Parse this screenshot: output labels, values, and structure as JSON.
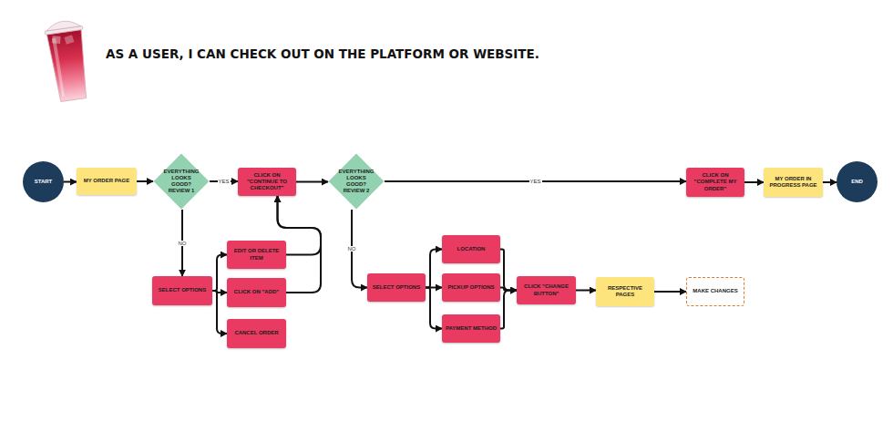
{
  "diagram": {
    "title": "AS A USER, I CAN CHECK OUT ON THE PLATFORM OR WEBSITE.",
    "nodes": [
      {
        "text": [
          "START"
        ]
      },
      {
        "text": [
          "MY ORDER PAGE"
        ]
      },
      {
        "text": [
          "EVERYTHING LOOKS GOOD? REVIEW 1"
        ]
      },
      {
        "text": [
          "CLICK ON \"CONTINUE TO CHECKOUT\""
        ]
      },
      {
        "text": [
          "EVERYTHING LOOKS GOOD? REVIEW 2"
        ]
      },
      {
        "text": [
          "CLICK ON \"COMPLETE MY ORDER\""
        ]
      },
      {
        "text": [
          "MY ORDER IN PROGRESS PAGE"
        ]
      },
      {
        "text": [
          "END"
        ]
      },
      {
        "text": [
          "SELECT OPTIONS"
        ]
      },
      {
        "text": [
          "EDIT OR DELETE ITEM"
        ]
      },
      {
        "text": [
          "CLICK ON \"ADD\""
        ]
      },
      {
        "text": [
          "CANCEL ORDER"
        ]
      },
      {
        "text": [
          "SELECT OPTIONS"
        ]
      },
      {
        "text": [
          "LOCATION"
        ]
      },
      {
        "text": [
          "PICKUP OPTIONS"
        ]
      },
      {
        "text": [
          "PAYMENT METHOD"
        ]
      },
      {
        "text": [
          "CLICK \"CHANGE BUTTON\""
        ]
      },
      {
        "text": [
          "RESPECTIVE PAGES"
        ]
      },
      {
        "text": [
          "MAKE CHANGES"
        ]
      }
    ],
    "edges": [
      {
        "from": 0,
        "to": 1,
        "arrow": "to"
      },
      {
        "from": 1,
        "to": 2,
        "arrow": "to"
      },
      {
        "from": 2,
        "to": 3,
        "label": "YES",
        "arrow": "to"
      },
      {
        "from": 3,
        "to": 4,
        "arrow": "to"
      },
      {
        "from": 4,
        "to": 5,
        "label": "YES",
        "arrow": "to"
      },
      {
        "from": 5,
        "to": 6,
        "arrow": "to"
      },
      {
        "from": 6,
        "to": 7,
        "arrow": "to"
      },
      {
        "from": 2,
        "to": 8,
        "label": "NO",
        "arrow": "to"
      },
      {
        "from": 8,
        "to": 9,
        "arrow": "to"
      },
      {
        "from": 8,
        "to": 10,
        "arrow": "to"
      },
      {
        "from": 8,
        "to": 11,
        "arrow": "to"
      },
      {
        "from": 9,
        "to": 3,
        "arrow": "to"
      },
      {
        "from": 10,
        "to": 3,
        "arrow": "to"
      },
      {
        "from": 4,
        "to": 12,
        "label": "NO",
        "arrow": "to"
      },
      {
        "from": 12,
        "to": 13,
        "arrow": "to"
      },
      {
        "from": 12,
        "to": 14,
        "arrow": "to"
      },
      {
        "from": 12,
        "to": 15,
        "arrow": "to"
      },
      {
        "from": 13,
        "to": 16,
        "arrow": "to"
      },
      {
        "from": 14,
        "to": 16,
        "arrow": "to"
      },
      {
        "from": 15,
        "to": 16,
        "arrow": "to"
      },
      {
        "from": 16,
        "to": 17,
        "arrow": "to"
      },
      {
        "from": 17,
        "to": 18,
        "arrow": "to"
      }
    ]
  }
}
